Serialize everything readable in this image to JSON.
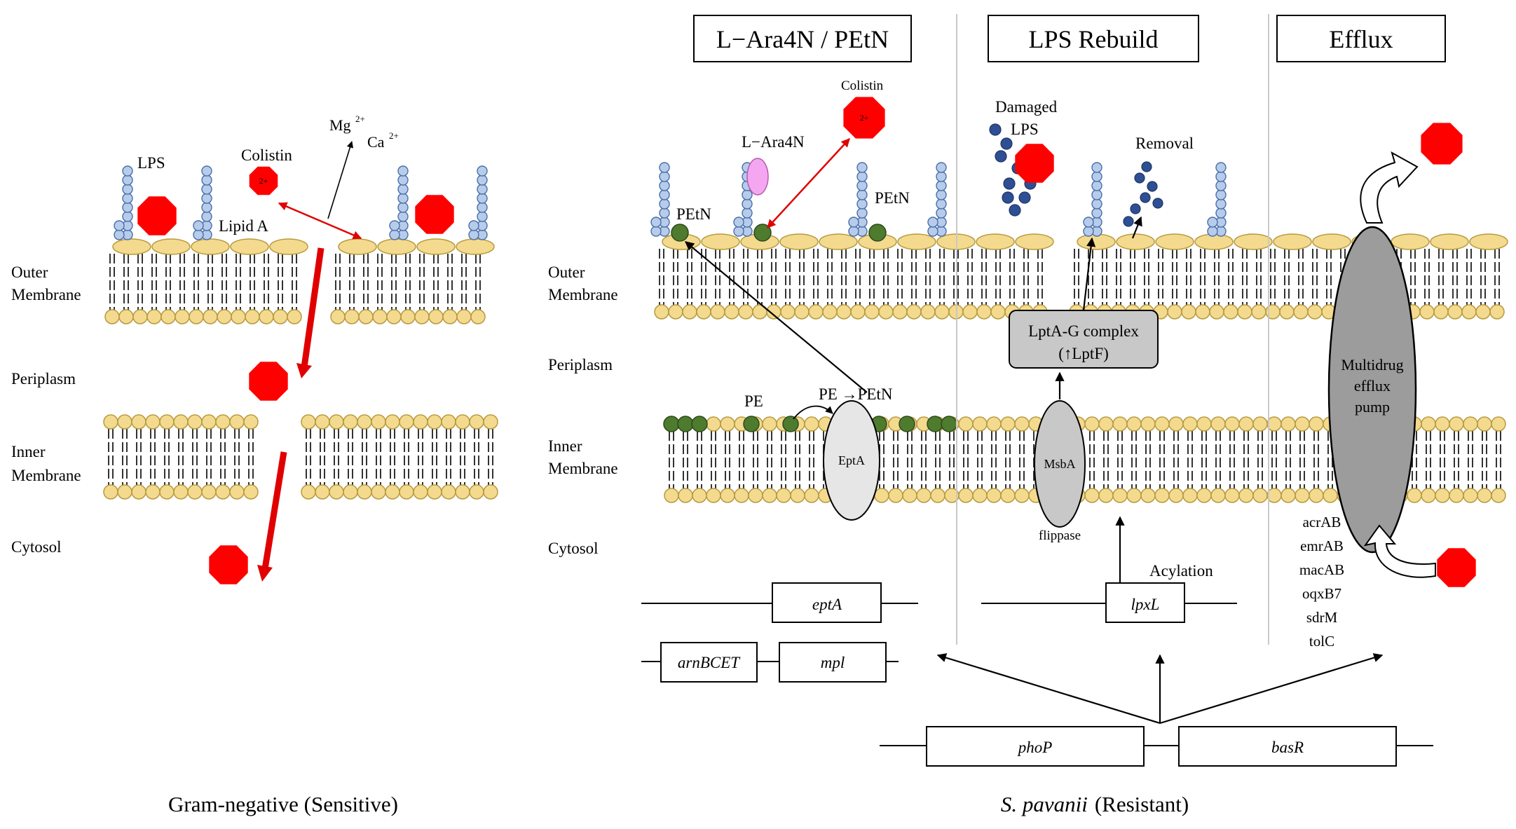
{
  "figure_caption": {
    "left": "Gram-negative (Sensitive)",
    "right_species": "S. pavanii",
    "right_status": "(Resistant)"
  },
  "headers": {
    "arn": "L−Ara4N / PEtN",
    "lps": "LPS Rebuild",
    "efflux": "Efflux"
  },
  "compartments": {
    "outer_1": "Outer",
    "outer_2": "Membrane",
    "periplasm": "Periplasm",
    "inner_1": "Inner",
    "inner_2": "Membrane",
    "cytosol": "Cytosol"
  },
  "sensitive_panel": {
    "lps": "LPS",
    "colistin": "Colistin",
    "charge": "2+",
    "lipid_a": "Lipid A",
    "mg": "Mg",
    "ca": "Ca",
    "ion_charge": "2+"
  },
  "resistant_panel": {
    "colistin": "Colistin",
    "charge": "2+",
    "l_ara4n": "L−Ara4N",
    "petn_1": "PEtN",
    "petn_2": "PEtN",
    "pe": "PE",
    "pe_to_petn": "PE →PEtN",
    "epta_protein": "EptA",
    "damaged_1": "Damaged",
    "damaged_2": "LPS",
    "removal": "Removal",
    "lpt_1": "LptA-G complex",
    "lpt_2": "(↑LptF)",
    "msba": "MsbA",
    "flippase": "flippase",
    "acylation": "Acylation",
    "pump_1": "Multidrug",
    "pump_2": "efflux",
    "pump_3": "pump",
    "efflux_genes": [
      "acrAB",
      "emrAB",
      "macAB",
      "oqxB7",
      "sdrM",
      "tolC"
    ]
  },
  "genes": {
    "epta": "eptA",
    "arnbcet": "arnBCET",
    "mpl": "mpl",
    "lpxl": "lpxL",
    "phop": "phoP",
    "basr": "basR"
  },
  "colors": {
    "lipid_head": "#F3DA8E",
    "lipid_stroke": "#B89A3E",
    "lps_sugar": "#B7CCEB",
    "lps_sugar_stroke": "#4A6FA8",
    "damaged_sugar": "#2F4F94",
    "colistin": "#FF0000",
    "petn": "#4E7B2E",
    "ara4n": "#F5A6F0",
    "protein_light": "#E6E6E6",
    "protein_mid": "#C8C8C8",
    "protein_dark": "#9C9C9C",
    "arrow_red": "#E00000"
  }
}
